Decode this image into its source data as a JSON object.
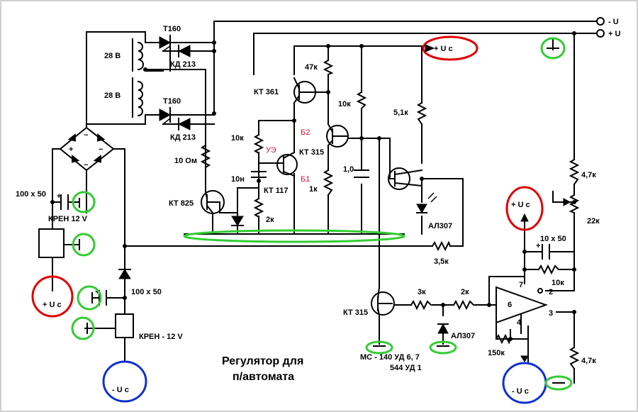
{
  "title_line1": "Регулятор для",
  "title_line2": "п/автомата",
  "terminals": {
    "minus_u": "- U",
    "plus_u": "+ U"
  },
  "supply": {
    "plus_uc": "+ U c",
    "minus_uc": "- U c"
  },
  "transformer": {
    "winding_top": "28 В",
    "winding_bottom": "28 В"
  },
  "thyristors": {
    "top": "Т160",
    "bottom": "Т160"
  },
  "diodes": {
    "top": "КД 213",
    "bottom": "КД 213"
  },
  "regulators": {
    "upper": "КРЕН 12 V",
    "lower": "КРЕН - 12 V"
  },
  "caps": {
    "upper": "100 х 50",
    "lower": "100 х 50",
    "c10n": "10н",
    "c1": "1,0",
    "c10x50": "10 х 50"
  },
  "resistors": {
    "r10ohm": "10 Ом",
    "r10k_a": "10к",
    "r2k": "2к",
    "r47k": "47к",
    "r10k_b": "10к",
    "r1k": "1к",
    "r51k": "5,1к",
    "r35k": "3,5к",
    "r47k_a": "4,7к",
    "r22k": "22к",
    "r10k_c": "10к",
    "r3k": "3к",
    "r2k_b": "2к",
    "r150k": "150к",
    "r47k_b": "4,7к"
  },
  "transistors": {
    "kt825": "КТ 825",
    "kt361": "КТ 361",
    "kt315_a": "КТ 315",
    "kt117": "КТ 117",
    "kt315_b": "КТ 315"
  },
  "ujt_pins": {
    "ue": "УЭ",
    "b2": "Б2",
    "b1": "Б1"
  },
  "leds": {
    "al307_a": "АЛ307",
    "al307_b": "АЛ307"
  },
  "opamp": {
    "pin2": "2",
    "pin3": "3",
    "pin4": "4",
    "pin6": "6",
    "pin7": "7",
    "part1": "МС - 140 УД 6, 7",
    "part2": "544 УД 1"
  }
}
